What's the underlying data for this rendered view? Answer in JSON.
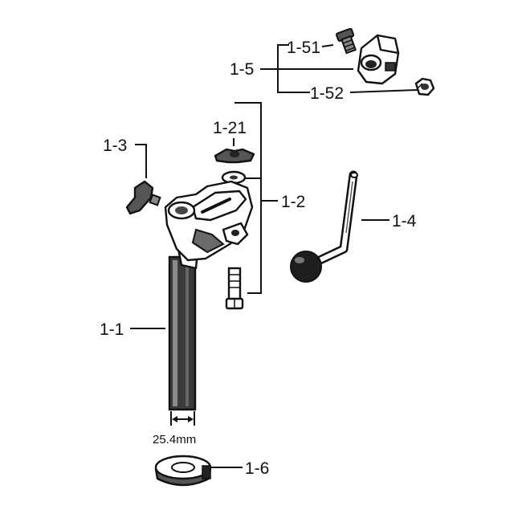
{
  "labels": {
    "p1_5": "1-5",
    "p1_51": "1-51",
    "p1_52": "1-52",
    "p1_21": "1-21",
    "p1_2": "1-2",
    "p1_3": "1-3",
    "p1_4": "1-4",
    "p1_1": "1-1",
    "p1_6": "1-6"
  },
  "dimension": "25.4mm"
}
